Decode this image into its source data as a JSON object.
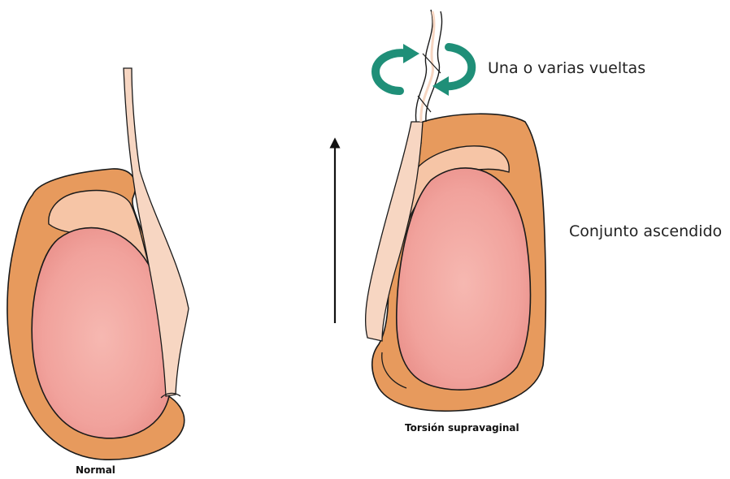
{
  "labels": {
    "normal": "Normal",
    "torsion": "Torsión supravaginal",
    "turns": "Una o varias vueltas",
    "ascended": "Conjunto ascendido"
  },
  "colors": {
    "tunica_fill": "#e79a5d",
    "epididymis_fill": "#f6c5a6",
    "testis_fill": "#f09e99",
    "testis_center": "#f5b3ac",
    "cord_fill": "#f7d6c2",
    "outline": "#1a1a1a",
    "rotation_arrows": "#1f8f78",
    "up_arrow": "#111111"
  },
  "icons": {
    "rotation": "curved-rotation-arrows-icon",
    "direction": "up-arrow-icon"
  }
}
